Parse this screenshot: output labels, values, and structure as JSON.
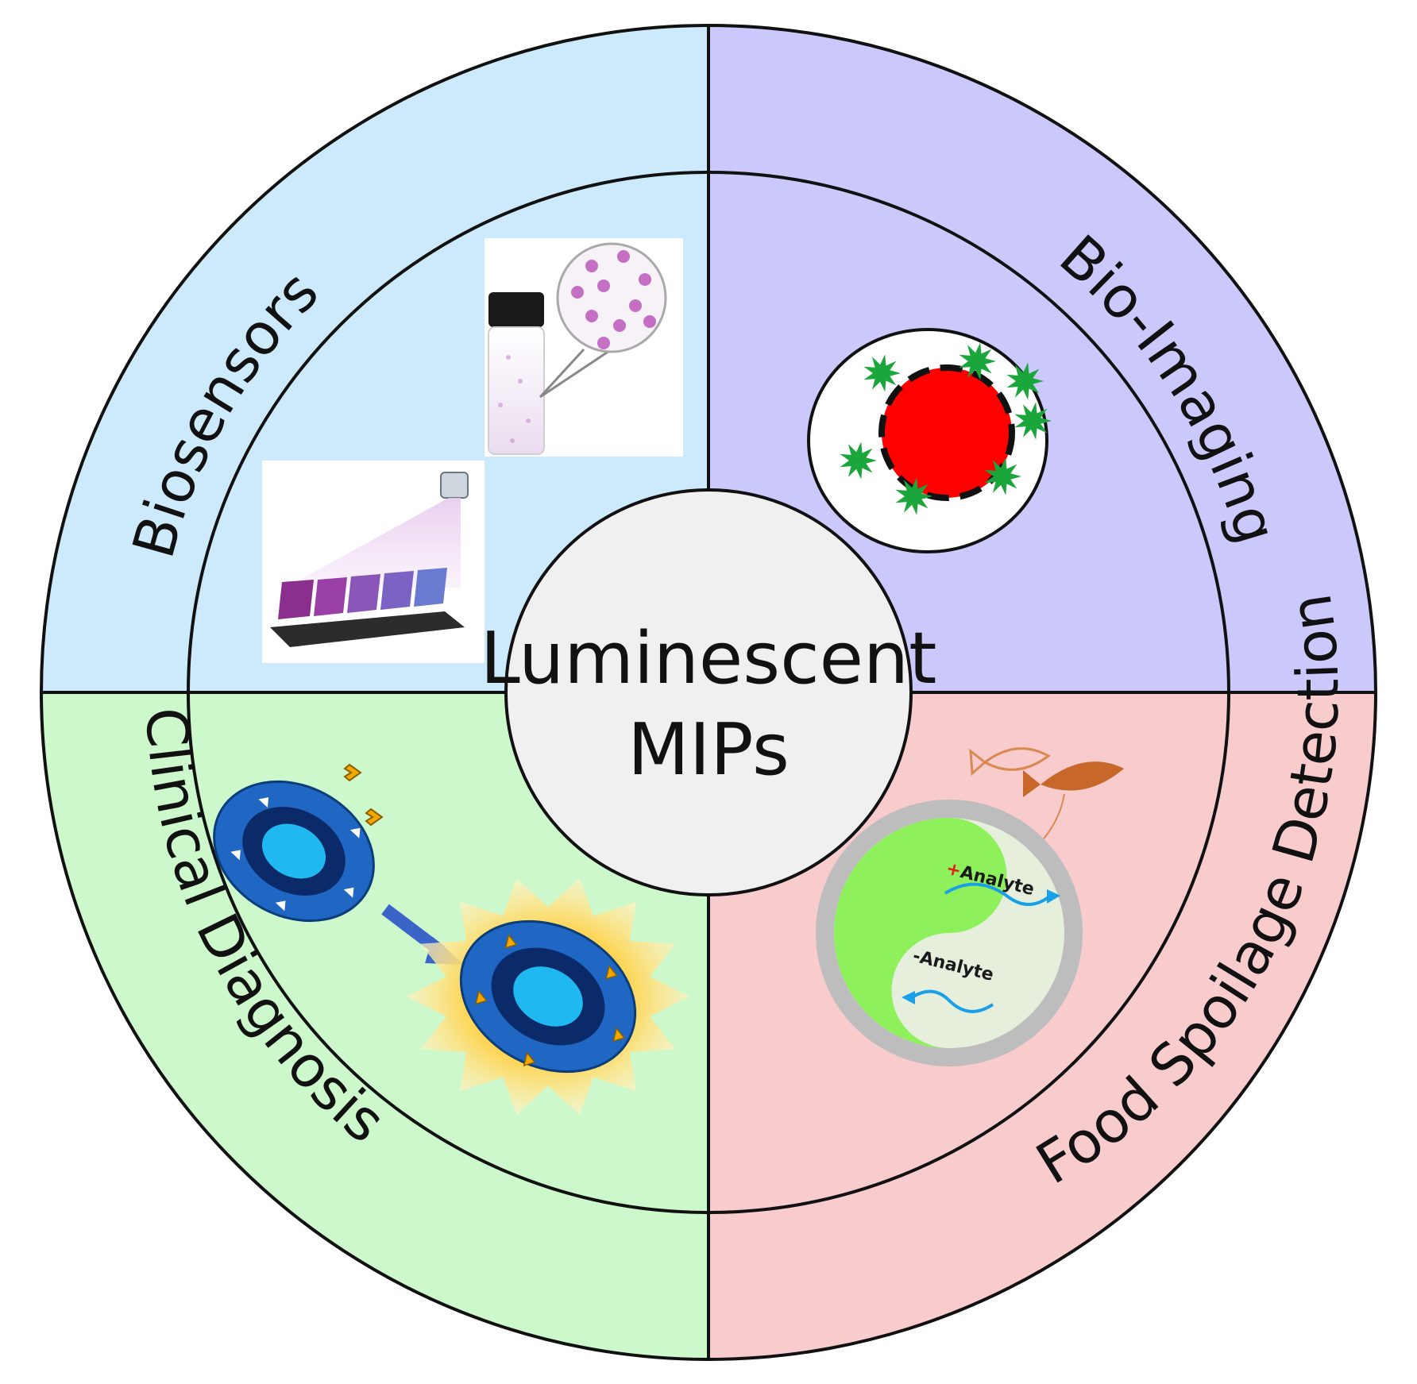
{
  "center": {
    "line1": "Luminescent",
    "line2": "MIPs"
  },
  "quadrants": [
    {
      "id": "biosensors",
      "label": "Biosensors",
      "color": "#cdeafc"
    },
    {
      "id": "bio-imaging",
      "label": "Bio-Imaging",
      "color": "#cbc8fb"
    },
    {
      "id": "clinical-diagnosis",
      "label": "Clinical Diagnosis",
      "color": "#ccf8cb"
    },
    {
      "id": "food-spoilage",
      "label": "Food Spoilage Detection",
      "color": "#f8cbcc"
    }
  ],
  "food_panel": {
    "analyte_plus": "Analyte",
    "analyte_minus": "Analyte",
    "plus_sign": "+",
    "minus_sign": "-"
  },
  "colors": {
    "outline": "#111111",
    "center_fill": "#f0f0f0",
    "red_core": "#ff0000",
    "green_star": "#1aa63a",
    "cell_blue": "#1f67c2",
    "nucleus": "#1fb8f0",
    "glow": "#ffd24a"
  }
}
